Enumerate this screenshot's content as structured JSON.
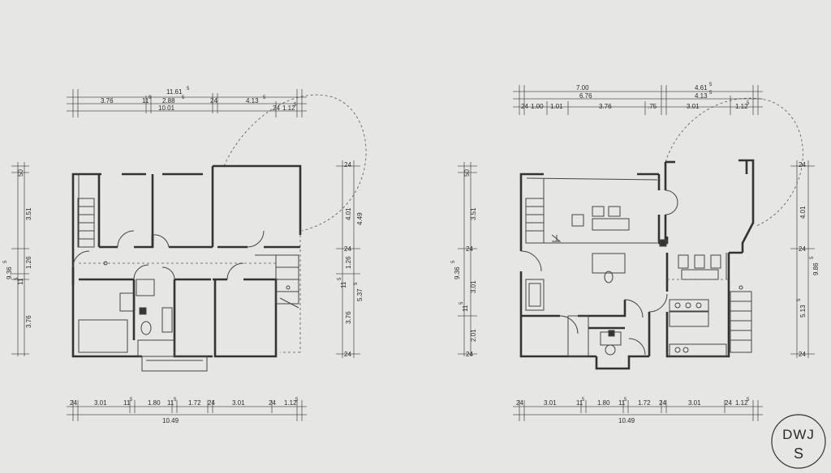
{
  "plan_left": {
    "top_dims": [
      "11.61",
      "5",
      "3.76",
      "11",
      "5",
      "2.88",
      "5",
      "24",
      "4.13",
      "5",
      "10.01",
      "24",
      "1.12",
      "5"
    ],
    "left_dims": [
      "50",
      "3.51",
      "9.36",
      "5",
      "11",
      "5",
      "1.26",
      "3.76"
    ],
    "right_dims": [
      "24",
      "4.01",
      "4.49",
      "24",
      "1.26",
      "11",
      "5",
      "5.37",
      "5",
      "3.76",
      "24"
    ],
    "bottom_dims": [
      "24",
      "3.01",
      "11",
      "5",
      "1.80",
      "11",
      "5",
      "1.72",
      "24",
      "3.01",
      "24",
      "1.12",
      "5",
      "10.49"
    ]
  },
  "plan_right": {
    "top_dims": [
      "7.00",
      "4.61",
      "5",
      "6.76",
      "4.13",
      "5",
      "24",
      "1.00",
      "1.01",
      "3.76",
      ".75",
      "3.01",
      "1.12",
      "5"
    ],
    "left_dims": [
      "50",
      "3.51",
      "9.36",
      "5",
      "24",
      "11",
      "5",
      "3.01",
      "2.01",
      "24"
    ],
    "right_dims": [
      "24",
      "4.01",
      "9.86",
      "5",
      "24",
      "5.13",
      "5",
      "24"
    ],
    "bottom_dims": [
      "24",
      "3.01",
      "11",
      "5",
      "1.80",
      "11",
      "5",
      "1.72",
      "24",
      "3.01",
      "24",
      "1.12",
      "5",
      "10.49"
    ]
  },
  "monogram": {
    "line1": "DWJ",
    "line2": "S"
  },
  "colors": {
    "paper": "#e6e6e4",
    "ink": "#2a2a2a"
  }
}
